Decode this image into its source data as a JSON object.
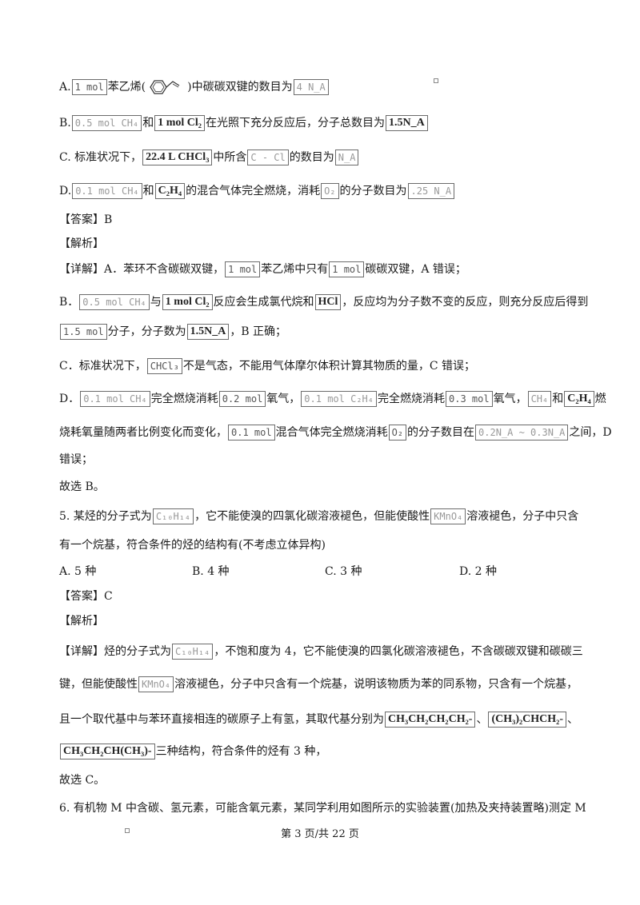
{
  "q4": {
    "A": {
      "prefix": "A.",
      "b1": "1 mol",
      "t1": "苯乙烯(",
      "t2": ")中碳碳双键的数目为",
      "b2": "4 N_A"
    },
    "B": {
      "prefix": "B.",
      "b1": "0.5 mol CH₄",
      "t1": "和",
      "b2": "1 mol Cl₂",
      "t2": "在光照下充分反应后，分子总数目为",
      "b3": "1.5N_A"
    },
    "C": {
      "prefix": "C. 标准状况下，",
      "b1": "22.4 L CHCl₃",
      "t1": "中所含",
      "b2": "C - Cl",
      "t2": "的数目为",
      "b3": "N_A"
    },
    "D": {
      "prefix": "D.",
      "b1": "0.1 mol CH₄",
      "t1": "和",
      "b2": "C₂H₄",
      "t2": "的混合气体完全燃烧，消耗",
      "b3": "O₂",
      "t3": "的分子数目为",
      "b4": ".25 N_A"
    },
    "answer": "【答案】B",
    "analysis": "【解析】",
    "d1": {
      "a": "【详解】A．苯环不含碳碳双键，",
      "b1": "1 mol",
      "b": "苯乙烯中只有",
      "b2": "1 mol",
      "c": "碳碳双键，A 错误；"
    },
    "d2": {
      "a": "B．",
      "b1": "0.5 mol CH₄",
      "b": "与",
      "b2": "1 mol Cl₂",
      "c": "反应会生成氯代烷和",
      "b3": "HCl",
      "d": "，反应均为分子数不变的反应，则充分反应后得到"
    },
    "d3": {
      "b1": "1.5 mol",
      "a": "分子，分子数为",
      "b2": "1.5N_A",
      "b": "，B 正确；"
    },
    "d4": {
      "a": "C．标准状况下，",
      "b1": "CHCl₃",
      "b": "不是气态，不能用气体摩尔体积计算其物质的量，C 错误；"
    },
    "d5": {
      "a": "D．",
      "b1": "0.1 mol CH₄",
      "b": "完全燃烧消耗",
      "b2": "0.2 mol",
      "c": "氧气，",
      "b3": "0.1 mol C₂H₄",
      "d": "完全燃烧消耗",
      "b4": "0.3 mol",
      "e": "氧气，",
      "b5": "CH₄",
      "f": "和",
      "b6": "C₂H₄",
      "g": "燃"
    },
    "d6": {
      "a": "烧耗氧量随两者比例变化而变化，",
      "b1": "0.1 mol",
      "b": "混合气体完全燃烧消耗",
      "b2": "O₂",
      "c": "的分子数目在",
      "b3": "0.2N_A ~ 0.3N_A",
      "d": "之间，D"
    },
    "d7": "错误；",
    "choose": "故选 B。"
  },
  "q5": {
    "l1": {
      "a": "5. 某烃的分子式为",
      "b1": "C₁₀H₁₄",
      "b": "，它不能使溴的四氯化碳溶液褪色，但能使酸性",
      "b2": "KMnO₄",
      "c": "溶液褪色，分子中只含"
    },
    "l2": "有一个烷基，符合条件的烃的结构有(不考虑立体异构)",
    "options": [
      "A. 5 种",
      "B. 4 种",
      "C. 3 种",
      "D. 2 种"
    ],
    "answer": "【答案】C",
    "analysis": "【解析】",
    "d1": {
      "a": "【详解】烃的分子式为",
      "b1": "C₁₀H₁₄",
      "b": "，不饱和度为 4，它不能使溴的四氯化碳溶液褪色，不含碳碳双键和碳碳三"
    },
    "d2": {
      "a": "键，但能使酸性",
      "b1": "KMnO₄",
      "b": "溶液褪色，分子中只含有一个烷基，说明该物质为苯的同系物，只含有一个烷基，"
    },
    "d3": {
      "a": "且一个取代基中与苯环直接相连的碳原子上有氢，其取代基分别为",
      "b1": "CH₃CH₂CH₂CH₂-",
      "b": "、",
      "b2": "(CH₃)₂CHCH₂-",
      "c": "、"
    },
    "d4": {
      "b1": "CH₃CH₂CH(CH₃)-",
      "a": "三种结构，符合条件的烃有 3 种，"
    },
    "choose": "故选 C。"
  },
  "q6": {
    "l1": "6. 有机物 M 中含碳、氢元素，可能含氧元素，某同学利用如图所示的实验装置(加热及夹持装置略)测定 M"
  },
  "footer": "第 3 页/共 22 页"
}
